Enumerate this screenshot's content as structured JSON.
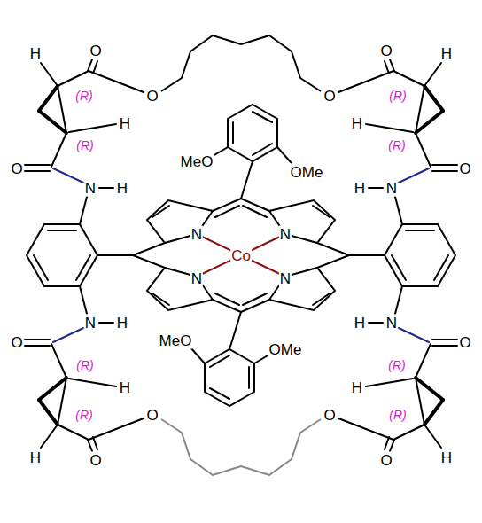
{
  "diagram": {
    "labels": [
      "H",
      "O",
      "(R)",
      "O",
      "H",
      "(R)",
      "O",
      "N",
      "H",
      "H",
      "O",
      "(R)",
      "O",
      "H",
      "(R)",
      "O",
      "N",
      "H",
      "MeO",
      "OMe",
      "N",
      "N",
      "Co",
      "N",
      "N",
      "MeO",
      "OMe",
      "H",
      "O",
      "(R)",
      "O",
      "H",
      "(R)",
      "O",
      "N",
      "H",
      "H",
      "O",
      "(R)",
      "O",
      "H",
      "(R)",
      "O",
      "N",
      "H"
    ]
  }
}
